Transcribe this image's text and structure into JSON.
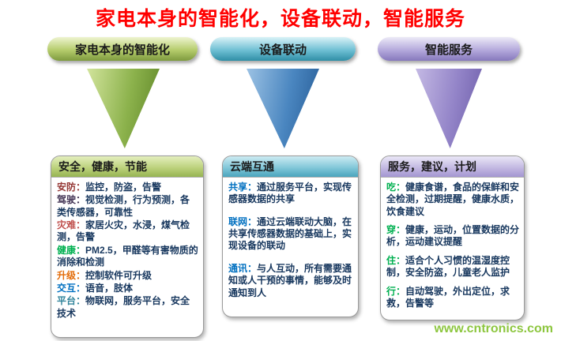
{
  "title": "家电本身的智能化，设备联动，智能服务",
  "watermark": "www.cntronics.com",
  "colors": {
    "title": "#ff0000",
    "watermark": "#8dc63f",
    "body_text": "#17375e",
    "green_accent": "#76923c",
    "teal_accent": "#31859b",
    "purple_accent": "#8064a2"
  },
  "columns": [
    {
      "pill_label": "家电本身的智能化",
      "box_title": "安全，健康，节能",
      "items": [
        {
          "keyword": "安防：",
          "color": "#953735",
          "text": "监控，防盗，告警"
        },
        {
          "keyword": "驾驶：",
          "color": "#403152",
          "text": "视觉检测，行为预测，各类传感器，可靠性"
        },
        {
          "keyword": "灾难：",
          "color": "#c0504d",
          "text": "家居火灾，水浸，煤气检测，告警"
        },
        {
          "keyword": "健康：",
          "color": "#00b050",
          "text": "PM2.5，甲醛等有害物质的消除和检测"
        },
        {
          "keyword": "升级：",
          "color": "#e36c09",
          "text": "控制软件可升级"
        },
        {
          "keyword": "交互：",
          "color": "#0070c0",
          "text": "语音，肢体"
        },
        {
          "keyword": "平台：",
          "color": "#31849b",
          "text": "物联网，服务平台，安全技术"
        }
      ]
    },
    {
      "pill_label": "设备联动",
      "box_title": "云端互通",
      "items": [
        {
          "keyword": "共享：",
          "color": "#0070c0",
          "text": "通过服务平台，实现传感器数据的共享"
        },
        {
          "keyword": "联网：",
          "color": "#0070c0",
          "text": "通过云端联动大脑，在共享传感器数据的基础上，实现设备的联动"
        },
        {
          "keyword": "通讯：",
          "color": "#0070c0",
          "text": "与人互动，所有需要通知或人干预的事情，能够及时通知到人"
        }
      ]
    },
    {
      "pill_label": "智能服务",
      "box_title": "服务，建议，计划",
      "items": [
        {
          "keyword": "吃：",
          "color": "#00b050",
          "text": "健康食谱，食品的保鲜和安全检测，过期提醒，健康水质，饮食建议"
        },
        {
          "keyword": "穿：",
          "color": "#00b050",
          "text": "健康，运动，位置数据的分析，运动建议提醒"
        },
        {
          "keyword": "住：",
          "color": "#00b050",
          "text": "适合个人习惯的温湿度控制，安全防盗，儿童老人监护"
        },
        {
          "keyword": "行：",
          "color": "#00b050",
          "text": "自动驾驶，外出定位，求救，告警等"
        }
      ]
    }
  ]
}
